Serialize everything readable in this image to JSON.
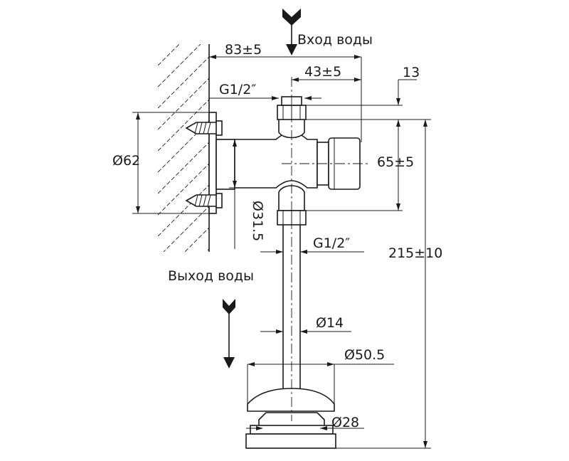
{
  "labels": {
    "water_inlet": "Вход воды",
    "water_outlet": "Выход воды"
  },
  "dimensions": {
    "width_83": "83±5",
    "width_43": "43±5",
    "offset_13": "13",
    "thread_top": "G1/2″",
    "thread_bottom": "G1/2″",
    "height_65": "65±5",
    "height_215": "215±10",
    "dia_62": "Ø62",
    "dia_31_5": "Ø31.5",
    "dia_14": "Ø14",
    "dia_50_5": "Ø50.5",
    "dia_28": "Ø28"
  },
  "colors": {
    "line": "#1a1a1a",
    "background": "#ffffff"
  }
}
